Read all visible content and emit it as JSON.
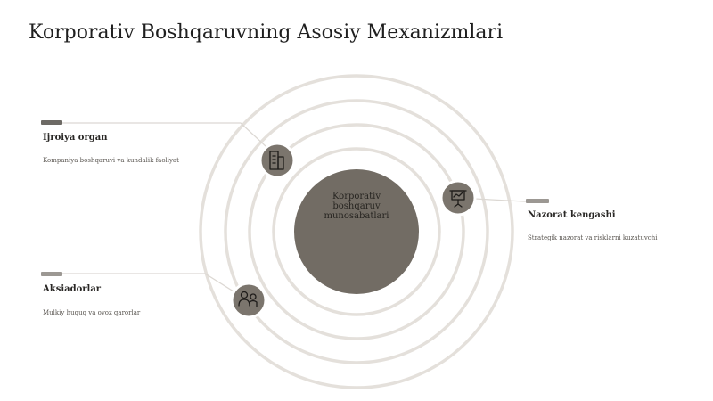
{
  "title": "Korporativ Boshqaruvning Asosiy Mexanizmlari",
  "hub": {
    "line1": "Korporativ",
    "line2": "boshqaruv",
    "line3": "munosabatlari"
  },
  "items": [
    {
      "title": "Ijroiya organ",
      "desc": "Kompaniya boshqaruvi va kundalik faoliyat",
      "icon": "office-building-icon"
    },
    {
      "title": "Nazorat kengashi",
      "desc": "Strategik nazorat va risklarni kuzatuvchi",
      "icon": "presentation-board-icon"
    },
    {
      "title": "Aksiadorlar",
      "desc": "Mulkiy huquq va ovoz qarorlar",
      "icon": "people-group-icon"
    }
  ],
  "colors": {
    "hub": "#726c64",
    "nodes": "#7b756d",
    "rings": "#e4e0db",
    "markers": "#6d6a65"
  }
}
